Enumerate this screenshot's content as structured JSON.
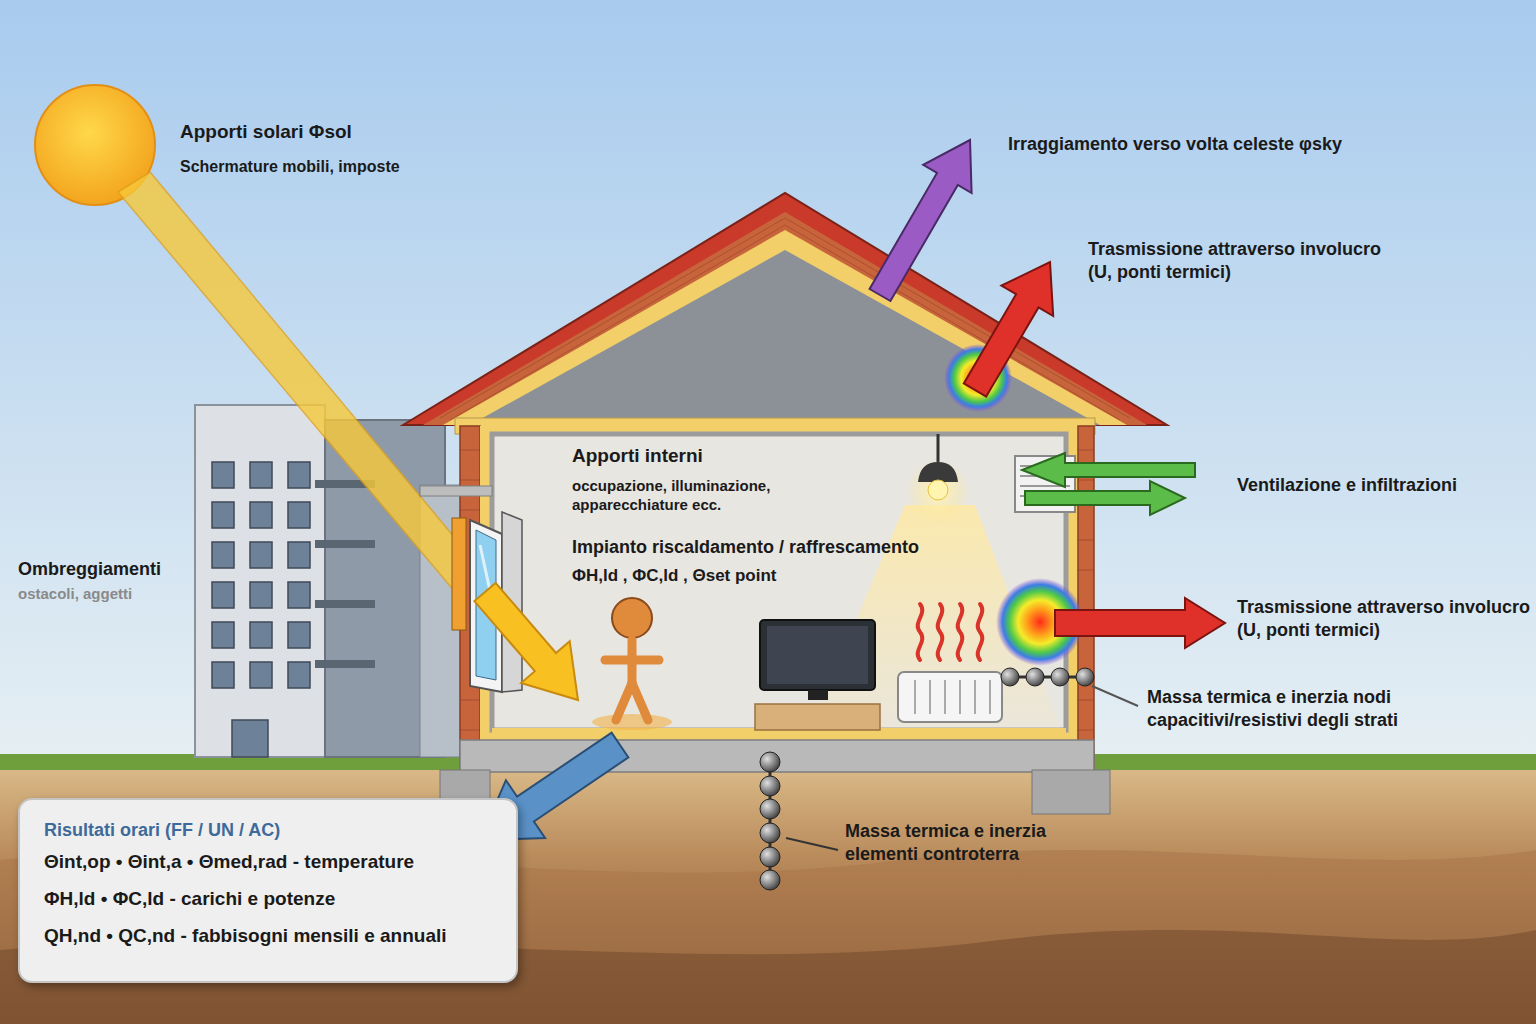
{
  "diagram": {
    "nodes": [
      {
        "text": [
          "Risultati orari (FF / UN / AC)",
          "Θint,op • Θint,a • Θmed,rad - temperature",
          "ΦH,ld • ΦC,ld - carichi e potenze",
          "QH,nd • QC,nd - fabbisogni mensili e annuali"
        ]
      }
    ],
    "labels": [
      "Apporti solari Φsol",
      "Schermature mobili, imposte",
      "Irraggiamento verso volta celeste φsky",
      "Trasmissione attraverso involucro (U, ponti termici)",
      "Apporti interni",
      "occupazione, illuminazione, apparecchiature ecc.",
      "Impianto riscaldamento / raffrescamento",
      "ΦH,ld , ΦC,ld , Θset point",
      "Ventilazione e infiltrazioni",
      "Ombreggiamenti",
      "ostacoli, aggetti",
      "Trasmissione attraverso involucro (U, ponti termici)",
      "Massa termica e inerzia nodi capacitivi/resistivi degli strati",
      "Massa termica e inerzia elementi controterra"
    ]
  }
}
